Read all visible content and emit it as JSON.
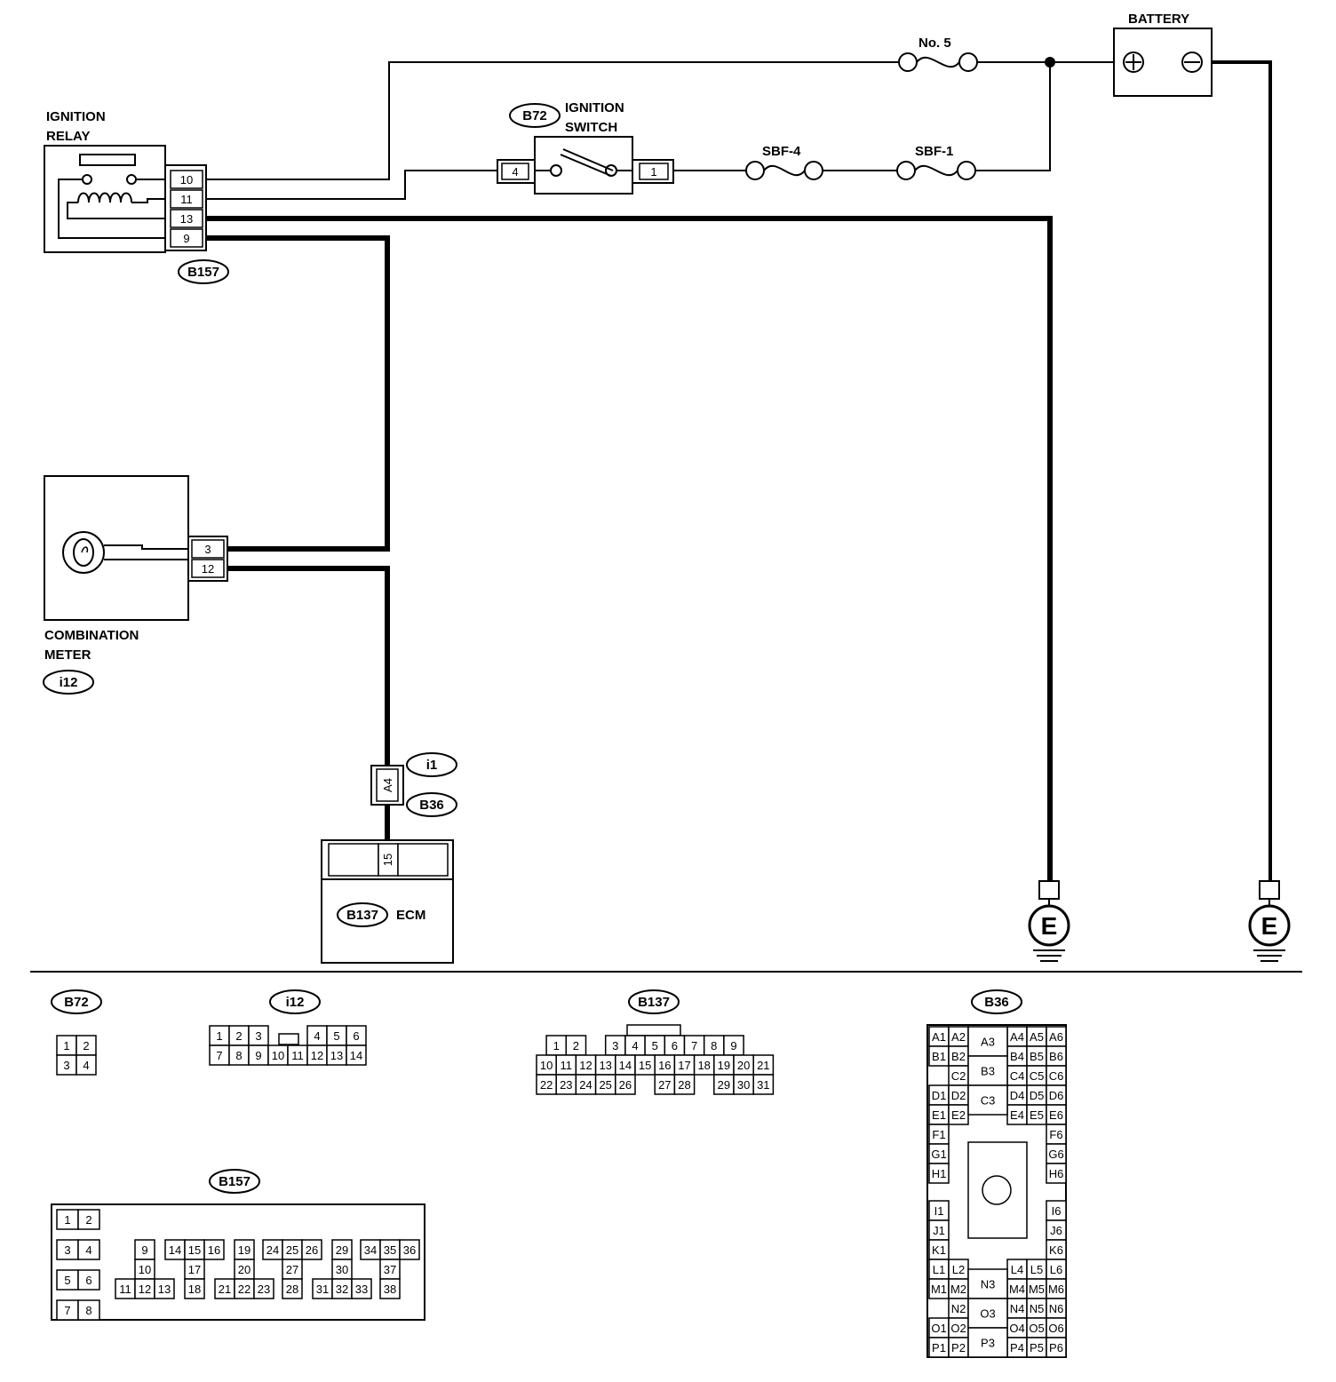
{
  "labels": {
    "battery": "BATTERY",
    "fuse_no5": "No. 5",
    "ignition_relay_1": "IGNITION",
    "ignition_relay_2": "RELAY",
    "ignition_switch_1": "IGNITION",
    "ignition_switch_2": "SWITCH",
    "sbf4": "SBF-4",
    "sbf1": "SBF-1",
    "combination_meter_1": "COMBINATION",
    "combination_meter_2": "METER",
    "ecm": "ECM",
    "ground_e": "E"
  },
  "tags": {
    "b72": "B72",
    "b157": "B157",
    "i12": "i12",
    "i1": "i1",
    "b36": "B36",
    "b137": "B137"
  },
  "pins": {
    "relay": [
      "10",
      "11",
      "13",
      "9"
    ],
    "switch_left": "4",
    "switch_right": "1",
    "meter": [
      "3",
      "12"
    ],
    "joint": "A4",
    "ecm": "15"
  },
  "connectors": {
    "b72": {
      "title": "B72",
      "rows": [
        [
          "1",
          "2"
        ],
        [
          "3",
          "4"
        ]
      ]
    },
    "i12": {
      "title": "i12",
      "rows": [
        [
          "1",
          "2",
          "3",
          "",
          "4",
          "5",
          "6"
        ],
        [
          "7",
          "8",
          "9",
          "10",
          "11",
          "12",
          "13",
          "14"
        ]
      ]
    },
    "b137": {
      "title": "B137",
      "rows": [
        [
          "1",
          "2",
          "",
          "3",
          "4",
          "5",
          "6",
          "7",
          "8",
          "9"
        ],
        [
          "10",
          "11",
          "12",
          "13",
          "14",
          "15",
          "16",
          "17",
          "18",
          "19",
          "20",
          "21"
        ],
        [
          "22",
          "23",
          "24",
          "25",
          "26",
          "",
          "27",
          "28",
          "",
          "29",
          "30",
          "31"
        ]
      ]
    },
    "b157": {
      "title": "B157",
      "left": [
        [
          "1",
          "2"
        ],
        [
          "3",
          "4"
        ],
        [
          "5",
          "6"
        ],
        [
          "7",
          "8"
        ]
      ],
      "groups": [
        [
          "9",
          "14",
          "15",
          "16",
          "19",
          "24",
          "25",
          "26",
          "29",
          "34",
          "35",
          "36"
        ],
        [
          "10",
          "17",
          "20",
          "27",
          "30",
          "37"
        ],
        [
          "11",
          "12",
          "13",
          "18",
          "21",
          "22",
          "23",
          "28",
          "31",
          "32",
          "33",
          "38"
        ]
      ]
    },
    "b36": {
      "title": "B36",
      "left": [
        "A1",
        "A2",
        "B1",
        "B2",
        "C2",
        "D1",
        "D2",
        "E1",
        "E2",
        "F1",
        "G1",
        "H1",
        "I1",
        "J1",
        "K1",
        "L1",
        "L2",
        "M1",
        "M2",
        "N2",
        "O1",
        "O2",
        "P1",
        "P2"
      ],
      "center": [
        "A3",
        "B3",
        "C3",
        "N3",
        "O3",
        "P3"
      ],
      "right": [
        "A4",
        "A5",
        "A6",
        "B4",
        "B5",
        "B6",
        "C4",
        "C5",
        "C6",
        "D4",
        "D5",
        "D6",
        "E4",
        "E5",
        "E6",
        "F6",
        "G6",
        "H6",
        "I6",
        "J6",
        "K6",
        "L4",
        "L5",
        "L6",
        "M4",
        "M5",
        "M6",
        "N4",
        "N5",
        "N6",
        "O4",
        "O5",
        "O6",
        "P4",
        "P5",
        "P6"
      ]
    }
  }
}
